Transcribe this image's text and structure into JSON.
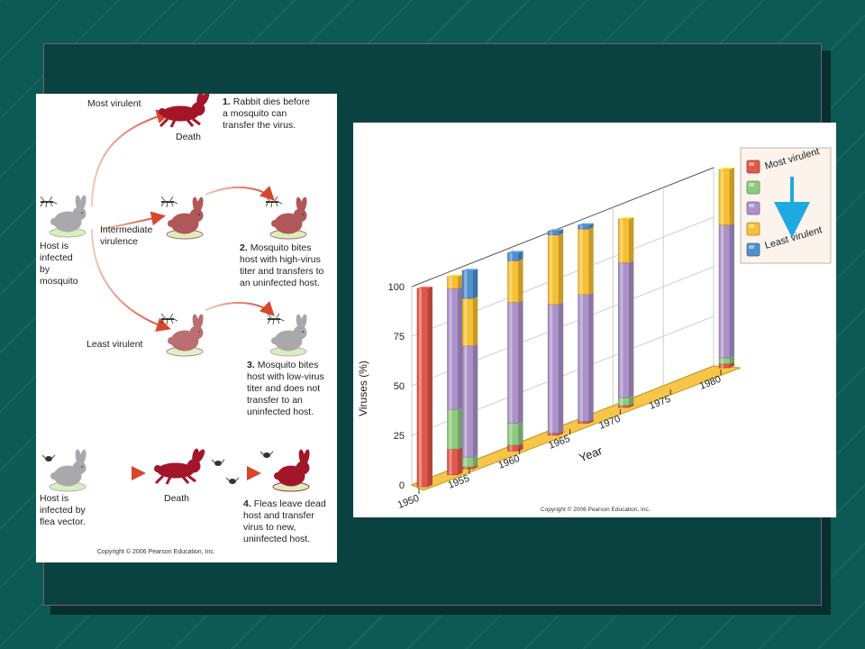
{
  "left_figure": {
    "labels": {
      "most_virulent": "Most virulent",
      "intermediate_virulence_1": "Intermediate",
      "intermediate_virulence_2": "virulence",
      "least_virulent": "Least virulent",
      "death_top": "Death",
      "death_bottom": "Death",
      "host_mosquito": [
        "Host is",
        "infected",
        "by",
        "mosquito"
      ],
      "host_flea": [
        "Host is",
        "infected by",
        "flea vector."
      ]
    },
    "outcomes": {
      "o1": {
        "num": "1.",
        "lines": [
          "Rabbit dies before",
          "a mosquito can",
          "transfer the virus."
        ]
      },
      "o2": {
        "num": "2.",
        "lines": [
          "Mosquito bites",
          "host with high-virus",
          "titer and transfers to",
          "an uninfected host."
        ]
      },
      "o3": {
        "num": "3.",
        "lines": [
          "Mosquito bites",
          "host with low-virus",
          "titer and does not",
          "transfer to an",
          "uninfected host."
        ]
      },
      "o4": {
        "num": "4.",
        "lines": [
          "Fleas leave dead",
          "host and transfer",
          "virus to new,",
          "uninfected host."
        ]
      }
    },
    "copyright": "Copyright © 2006 Pearson Education, Inc.",
    "colors": {
      "dead_rabbit": "#a3162a",
      "infected_rabbit": "#b0575a",
      "healthy_rabbit": "#a9a9ad",
      "arrow": "#d9462c"
    }
  },
  "chart_data": {
    "type": "bar",
    "ylabel": "Viruses (%)",
    "xlabel": "Year",
    "ylim": [
      0,
      100
    ],
    "y_ticks": [
      "0",
      "25",
      "50",
      "75",
      "100"
    ],
    "x_ticks": [
      "1950",
      "1955",
      "1960",
      "1965",
      "1970",
      "1975",
      "1980"
    ],
    "x_range": [
      1950,
      1980
    ],
    "bars": [
      {
        "year": 1950,
        "values": [
          100,
          0,
          0,
          0,
          0
        ]
      },
      {
        "year": 1953,
        "values": [
          13,
          20,
          61,
          6,
          0
        ]
      },
      {
        "year": 1954.5,
        "values": [
          1,
          5,
          56,
          24,
          14
        ]
      },
      {
        "year": 1959,
        "values": [
          3,
          11,
          61,
          21,
          4
        ]
      },
      {
        "year": 1963,
        "values": [
          1,
          0,
          65,
          35,
          2
        ]
      },
      {
        "year": 1966,
        "values": [
          1,
          0,
          64,
          33,
          2
        ]
      },
      {
        "year": 1970,
        "values": [
          1,
          4,
          68,
          22,
          0
        ]
      },
      {
        "year": 1980,
        "values": [
          2,
          3,
          67,
          28,
          0
        ]
      }
    ],
    "series": [
      {
        "name": "Most virulent",
        "color": "#e0574b"
      },
      {
        "name": "",
        "color": "#8fc97f"
      },
      {
        "name": "",
        "color": "#ab92c9"
      },
      {
        "name": "",
        "color": "#f6c034"
      },
      {
        "name": "Least virulent",
        "color": "#4f8fcd"
      }
    ],
    "legend": {
      "position": "top-right",
      "top_label": "Most virulent",
      "bottom_label": "Least virulent",
      "arrow_color": "#1fa9e1"
    },
    "grid": true,
    "copyright": "Copyright © 2006 Pearson Education, Inc."
  }
}
